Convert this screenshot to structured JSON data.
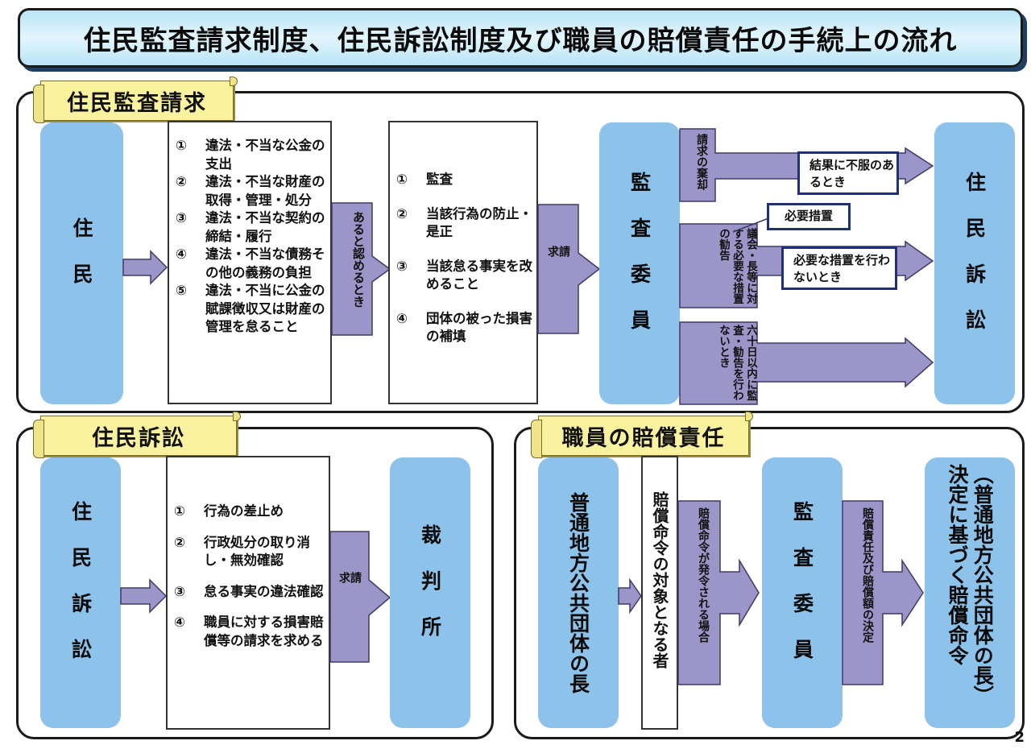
{
  "title": "住民監査請求制度、住民訴訟制度及び職員の賠償責任の手続上の流れ",
  "page_number": "2",
  "section1": {
    "tab": "住民監査請求",
    "resident": "住民",
    "claims": [
      {
        "num": "①",
        "text": "違法・不当な公金の支出"
      },
      {
        "num": "②",
        "text": "違法・不当な財産の取得・管理・処分"
      },
      {
        "num": "③",
        "text": "違法・不当な契約の締結・履行"
      },
      {
        "num": "④",
        "text": "違法・不当な債務その他の義務の負担"
      },
      {
        "num": "⑤",
        "text": "違法・不当に公金の賦課徴収又は財産の管理を怠ること"
      }
    ],
    "recognized_label": "あると認めるとき",
    "audit_items": [
      {
        "num": "①",
        "text": "監査"
      },
      {
        "num": "②",
        "text": "当該行為の防止・是正"
      },
      {
        "num": "③",
        "text": "当該怠る事実を改めること"
      },
      {
        "num": "④",
        "text": "団体の被った損害の補填"
      }
    ],
    "request_label": "請求",
    "audit_committee": "監査委員",
    "rejection_label": "請求の棄却",
    "recommend_label": "議会・長等に対する必要な措置の勧告",
    "sixty_days_label": "六十日以内に監査・勧告を行わないとき",
    "dissatisfied_label": "結果に不服のあるとき",
    "necessary_measure_label": "必要措置",
    "no_measure_label": "必要な措置を行わないとき",
    "lawsuit": "住民訴訟"
  },
  "section2": {
    "tab": "住民訴訟",
    "lawsuit": "住民訴訟",
    "items": [
      {
        "num": "①",
        "text": "行為の差止め"
      },
      {
        "num": "②",
        "text": "行政処分の取り消し・無効確認"
      },
      {
        "num": "③",
        "text": "怠る事実の違法確認"
      },
      {
        "num": "④",
        "text": "職員に対する損害賠償等の請求を求める"
      }
    ],
    "request_label": "請求",
    "court": "裁判所"
  },
  "section3": {
    "tab": "職員の賠償責任",
    "head": "普通地方公共団体の長",
    "target": "賠償命令の対象となる者",
    "order_label": "賠償命令が発令される場合",
    "audit_committee": "監査委員",
    "decision_label": "賠償責任及び賠償額の決定",
    "result": "（普通地方公共団体の長）決定に基づく賠償命令"
  },
  "colors": {
    "blue_box": "#8dc3ea",
    "purple_arrow": "#9c95c8",
    "tab_yellow": "#fbf29f",
    "title_gradient": "#b7e4f6",
    "label_border": "#1f2f78"
  }
}
